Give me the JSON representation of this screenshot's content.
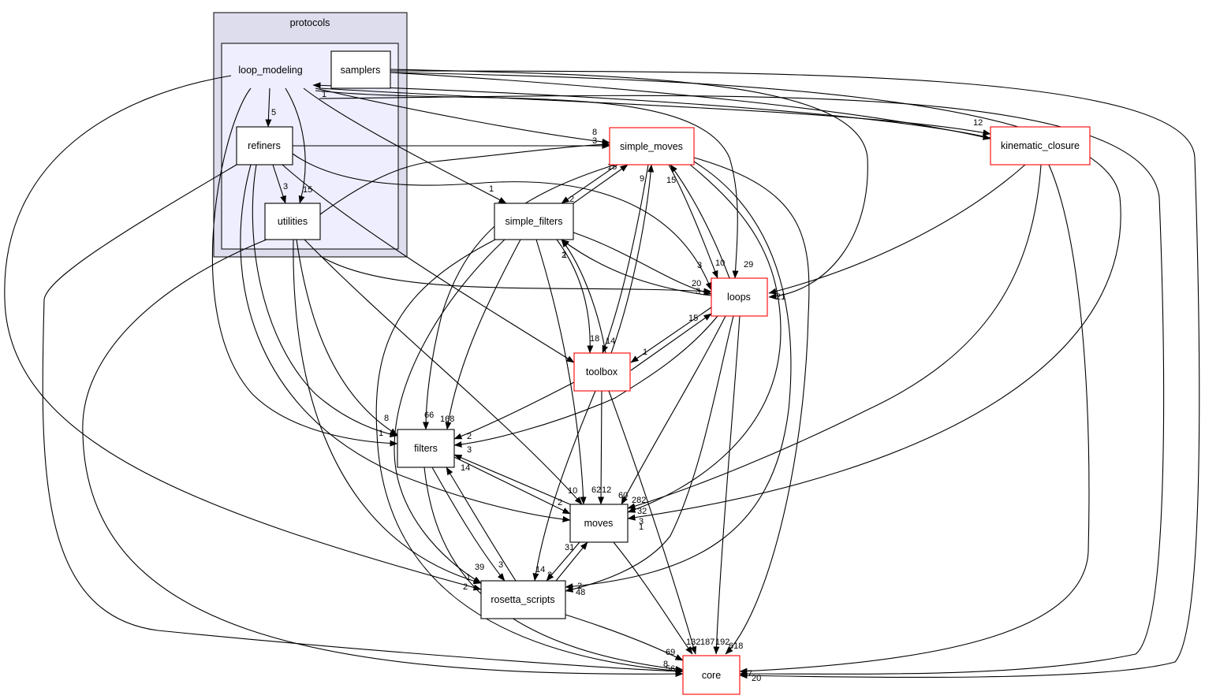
{
  "colors": {
    "cluster_outer_fill": "#ddddee",
    "cluster_inner_fill": "#eeeeff",
    "red": "#ff0000",
    "black": "#000000"
  },
  "clusters": [
    {
      "id": "protocols",
      "label": "protocols"
    },
    {
      "id": "loop_modeling",
      "label": "loop_modeling"
    }
  ],
  "nodes": [
    {
      "id": "samplers",
      "label": "samplers",
      "border": "black"
    },
    {
      "id": "refiners",
      "label": "refiners",
      "border": "black"
    },
    {
      "id": "utilities",
      "label": "utilities",
      "border": "black"
    },
    {
      "id": "simple_moves",
      "label": "simple_moves",
      "border": "red"
    },
    {
      "id": "kinematic_closure",
      "label": "kinematic_closure",
      "border": "red"
    },
    {
      "id": "simple_filters",
      "label": "simple_filters",
      "border": "black"
    },
    {
      "id": "loops",
      "label": "loops",
      "border": "red"
    },
    {
      "id": "toolbox",
      "label": "toolbox",
      "border": "red"
    },
    {
      "id": "filters",
      "label": "filters",
      "border": "black"
    },
    {
      "id": "moves",
      "label": "moves",
      "border": "black"
    },
    {
      "id": "rosetta_scripts",
      "label": "rosetta_scripts",
      "border": "black"
    },
    {
      "id": "core",
      "label": "core",
      "border": "red"
    }
  ],
  "edge_labels": [
    "5",
    "3",
    "15",
    "8",
    "3",
    "1",
    "15",
    "9",
    "15",
    "2",
    "1",
    "12",
    "1",
    "3",
    "10",
    "29",
    "20",
    "3",
    "21",
    "15",
    "1",
    "18",
    "14",
    "2",
    "66",
    "168",
    "8",
    "1",
    "2",
    "3",
    "14",
    "10",
    "62",
    "12",
    "60",
    "2",
    "282",
    "32",
    "3",
    "1",
    "39",
    "3",
    "14",
    "31",
    "2",
    "1",
    "2",
    "2",
    "48",
    "69",
    "132",
    "187",
    "192",
    "618",
    "8",
    "56",
    "7",
    "20"
  ]
}
